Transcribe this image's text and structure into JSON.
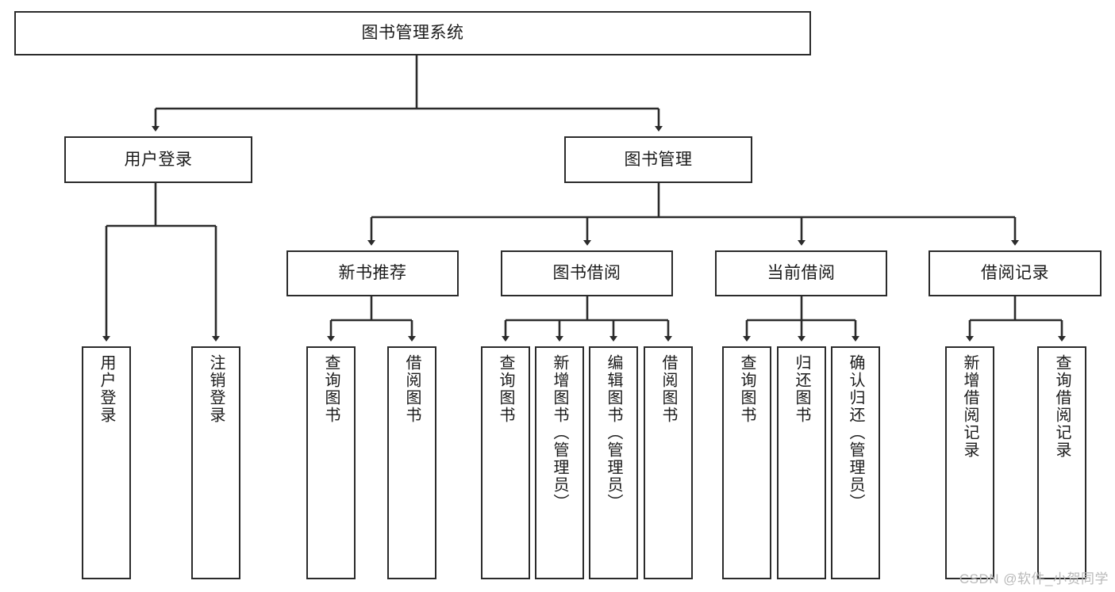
{
  "diagram": {
    "title": "图书管理系统",
    "type": "tree-hierarchy-diagram",
    "watermark": "CSDN @软件_小贺同学",
    "colors": {
      "stroke": "#2b2b2b",
      "fill": "#ffffff",
      "text": "#1b1b1b",
      "watermark": "#b9b9b9"
    },
    "root": {
      "label": "图书管理系统"
    },
    "level2": [
      {
        "label": "用户登录"
      },
      {
        "label": "图书管理"
      }
    ],
    "level3": [
      {
        "label": "新书推荐"
      },
      {
        "label": "图书借阅"
      },
      {
        "label": "当前借阅"
      },
      {
        "label": "借阅记录"
      }
    ],
    "leaves": {
      "user_login": [
        {
          "label": "用户登录"
        },
        {
          "label": "注销登录"
        }
      ],
      "new_book_recommend": [
        {
          "label": "查询图书"
        },
        {
          "label": "借阅图书"
        }
      ],
      "book_borrow": [
        {
          "label": "查询图书"
        },
        {
          "label": "新增图书（管理员）"
        },
        {
          "label": "编辑图书（管理员）"
        },
        {
          "label": "借阅图书"
        }
      ],
      "current_borrow": [
        {
          "label": "查询图书"
        },
        {
          "label": "归还图书"
        },
        {
          "label": "确认归还（管理员）"
        }
      ],
      "borrow_record": [
        {
          "label": "新增借阅记录"
        },
        {
          "label": "查询借阅记录"
        }
      ]
    }
  }
}
